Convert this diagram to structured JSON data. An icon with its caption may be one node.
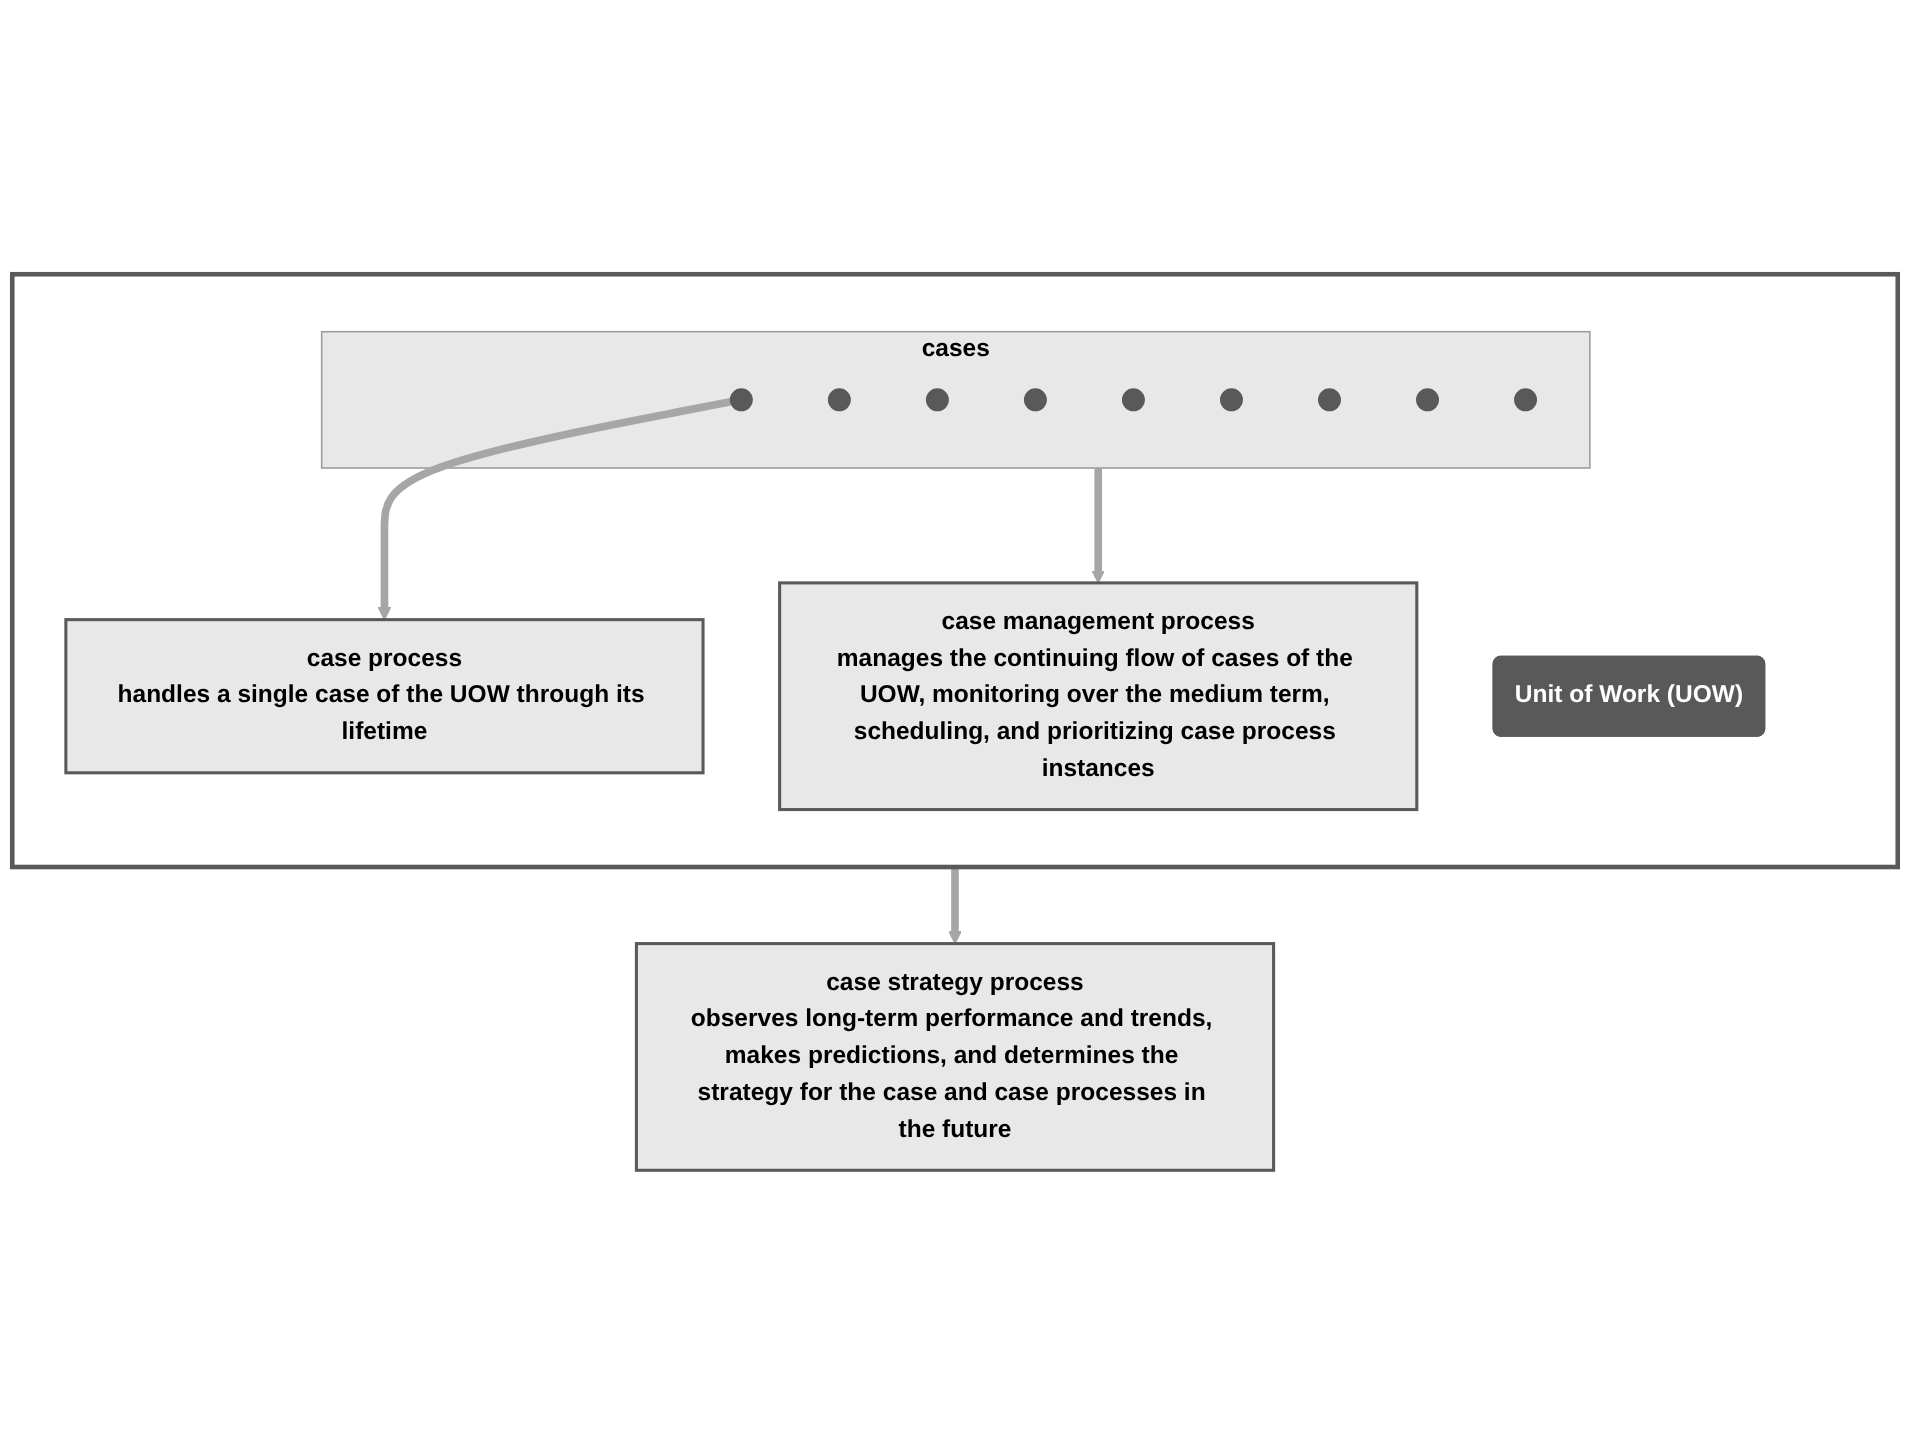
{
  "diagram": {
    "nodes": [
      {
        "text": [],
        "shape": "box"
      },
      {
        "text": [
          "Unit of Work (UOW)"
        ],
        "in": 0
      },
      {
        "text": [
          "cases"
        ],
        "in": 0
      },
      {
        "text": [],
        "shape": "circle",
        "in": 2
      },
      {
        "text": [],
        "shape": "circle",
        "in": 2
      },
      {
        "text": [],
        "shape": "circle",
        "in": 2
      },
      {
        "text": [],
        "shape": "circle",
        "in": 2
      },
      {
        "text": [],
        "shape": "circle",
        "in": 2
      },
      {
        "text": [],
        "shape": "circle",
        "in": 2
      },
      {
        "text": [],
        "shape": "circle",
        "in": 2
      },
      {
        "text": [],
        "shape": "circle",
        "in": 2
      },
      {
        "text": [],
        "shape": "circle",
        "in": 2
      },
      {
        "text": [
          "case process",
          "handles a single case of the UOW through its lifetime"
        ],
        "in": 0
      },
      {
        "text": [
          "case management process",
          "manages the continuing flow of cases of the UOW, monitoring over the medium term, scheduling, and prioritizing case process instances"
        ],
        "in": 0
      },
      {
        "text": [
          "case strategy process",
          "observes long-term performance and trends, makes predictions, and determines the strategy for the case and case processes in the future"
        ]
      }
    ],
    "edges": [
      {
        "from": 3,
        "to": 12,
        "arrow": "to"
      },
      {
        "from": 2,
        "to": 13,
        "arrow": "to"
      },
      {
        "from": 0,
        "to": 14,
        "arrow": "to"
      }
    ]
  }
}
